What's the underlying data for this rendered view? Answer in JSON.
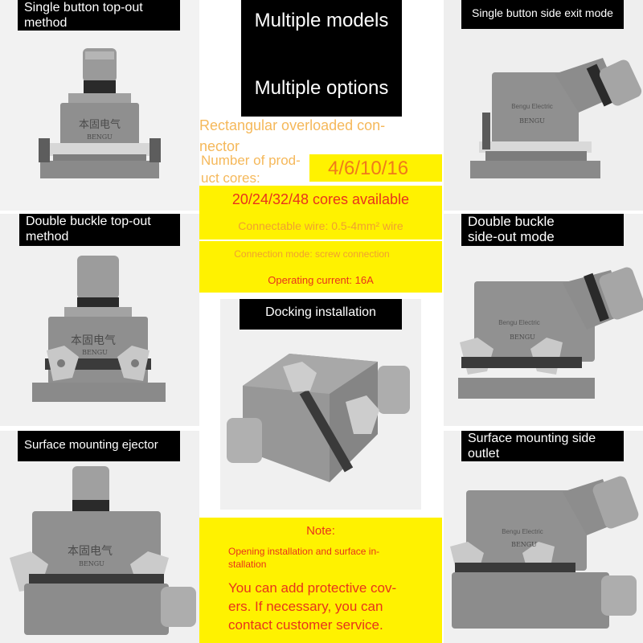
{
  "panels": {
    "single_top": "Single button top-out method",
    "center_title_1": "Multiple models",
    "center_title_2": "Multiple options",
    "single_side": "Single button side exit mode",
    "double_top_line1": "Double buckle top-out",
    "double_top_line2": "method",
    "double_side_line1": "Double buckle",
    "double_side_line2": "side-out mode",
    "docking": "Docking installation",
    "surface_ejector": "Surface mounting ejector",
    "surface_side_line1": "Surface mounting side",
    "surface_side_line2": "outlet"
  },
  "specs": {
    "title_line1": "Rectangular overloaded con-",
    "title_line2": "nector",
    "cores_label_line1": "Number of prod-",
    "cores_label_line2": "uct cores:",
    "cores_value": "4/6/10/16",
    "cores_more": "20/24/32/48 cores available",
    "wire": "Connectable wire: 0.5-4mm² wire",
    "mode": "Connection mode: screw connection",
    "current": "Operating current: 16A"
  },
  "note": {
    "title": "Note:",
    "line1": "Opening installation and surface in-",
    "line2": "stallation",
    "body1": "You can add protective cov-",
    "body2": "ers. If necessary, you can",
    "body3": "contact customer service."
  },
  "product": {
    "brand_cn": "本固电气",
    "brand_en": "BENGU",
    "brand_side": "Bengu Electric"
  },
  "colors": {
    "accent_yellow": "#fff200",
    "note_text": "#e8331b",
    "label_bg": "#000000",
    "housing_gray": "#8e8e8e"
  }
}
